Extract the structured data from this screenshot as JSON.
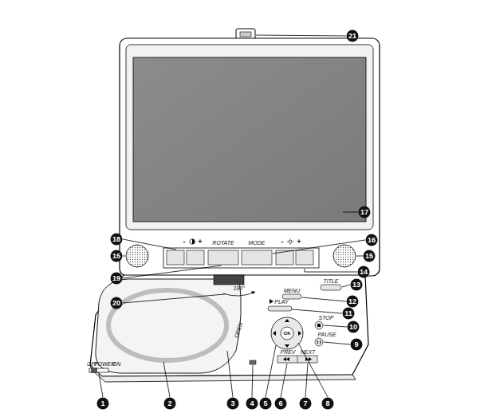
{
  "diagram": {
    "labels": [
      "1",
      "2",
      "3",
      "4",
      "5",
      "6",
      "7",
      "8",
      "9",
      "10",
      "11",
      "12",
      "13",
      "14",
      "15",
      "16",
      "17",
      "18",
      "19",
      "20",
      "21",
      "15",
      "OFF",
      "POWER",
      "ON",
      "OPEN",
      "PREV",
      "NEXT",
      "PAUSE",
      "STOP",
      "PLAY",
      "MENU",
      "TITLE",
      "ROTATE",
      "MODE",
      "-",
      "+",
      "-",
      "+",
      "180°",
      "OK"
    ]
  }
}
